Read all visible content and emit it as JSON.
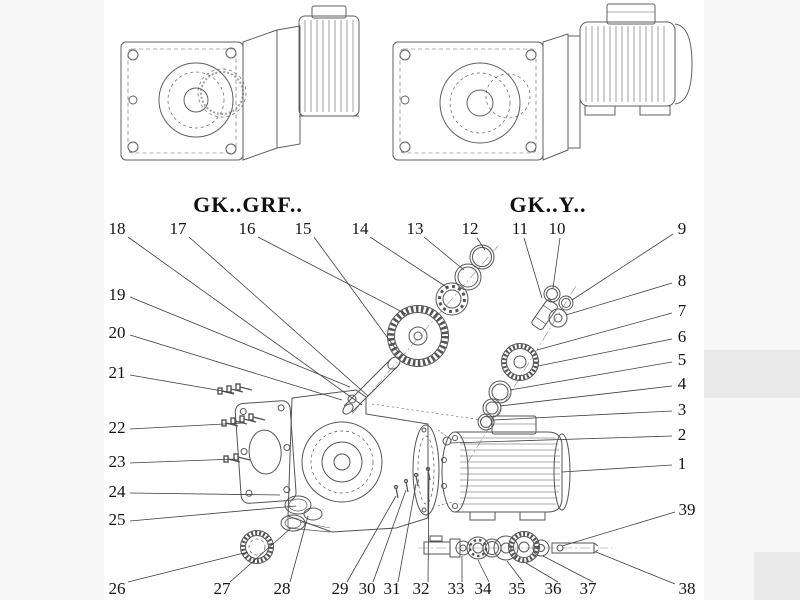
{
  "page": {
    "paper_color": "#ffffff",
    "line_color": "#4a4a4a"
  },
  "diagram": {
    "models": [
      {
        "label": "GK..GRF.."
      },
      {
        "label": "GK..Y.."
      }
    ],
    "callouts": [
      {
        "label": "18"
      },
      {
        "label": "17"
      },
      {
        "label": "16"
      },
      {
        "label": "15"
      },
      {
        "label": "14"
      },
      {
        "label": "13"
      },
      {
        "label": "12"
      },
      {
        "label": "11"
      },
      {
        "label": "10"
      },
      {
        "label": "9"
      },
      {
        "label": "8"
      },
      {
        "label": "7"
      },
      {
        "label": "6"
      },
      {
        "label": "5"
      },
      {
        "label": "4"
      },
      {
        "label": "3"
      },
      {
        "label": "2"
      },
      {
        "label": "1"
      },
      {
        "label": "39"
      },
      {
        "label": "38"
      },
      {
        "label": "19"
      },
      {
        "label": "20"
      },
      {
        "label": "21"
      },
      {
        "label": "22"
      },
      {
        "label": "23"
      },
      {
        "label": "24"
      },
      {
        "label": "25"
      },
      {
        "label": "26"
      },
      {
        "label": "27"
      },
      {
        "label": "28"
      },
      {
        "label": "29"
      },
      {
        "label": "30"
      },
      {
        "label": "31"
      },
      {
        "label": "32"
      },
      {
        "label": "33"
      },
      {
        "label": "34"
      },
      {
        "label": "35"
      },
      {
        "label": "36"
      },
      {
        "label": "37"
      }
    ]
  }
}
